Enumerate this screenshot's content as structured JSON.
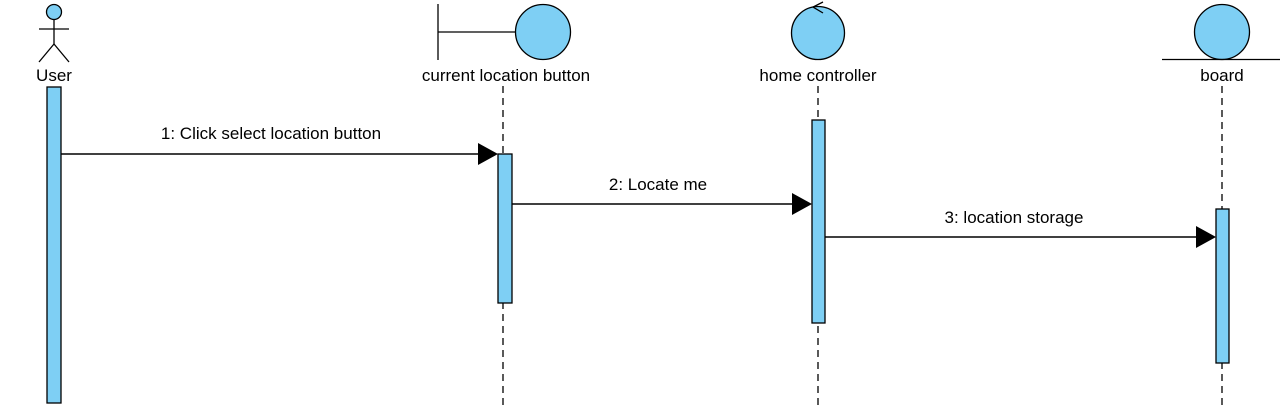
{
  "diagram": {
    "type": "sequence",
    "colors": {
      "fill": "#7ecff4",
      "stroke": "#000000",
      "background": "#ffffff"
    },
    "participants": [
      {
        "id": "user",
        "label": "User",
        "kind": "actor",
        "icon": "actor-stick-figure-icon"
      },
      {
        "id": "location_button",
        "label": "current location button",
        "kind": "boundary",
        "icon": "boundary-icon"
      },
      {
        "id": "home_controller",
        "label": "home controller",
        "kind": "control",
        "icon": "control-icon"
      },
      {
        "id": "board",
        "label": "board",
        "kind": "entity",
        "icon": "entity-icon"
      }
    ],
    "messages": [
      {
        "from": "user",
        "to": "location_button",
        "label": "1: Click select location button"
      },
      {
        "from": "location_button",
        "to": "home_controller",
        "label": "2: Locate me"
      },
      {
        "from": "home_controller",
        "to": "board",
        "label": "3: location storage"
      }
    ]
  }
}
